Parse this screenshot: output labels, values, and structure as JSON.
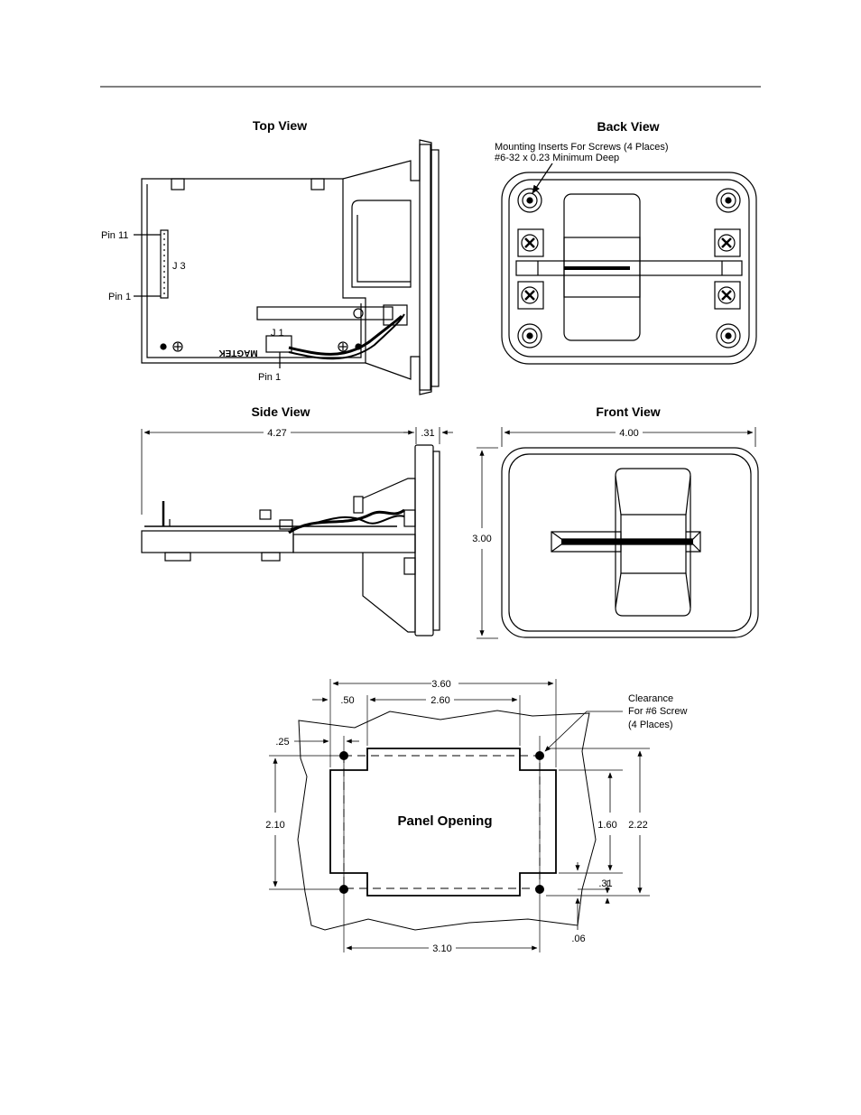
{
  "views": {
    "top": {
      "title": "Top View",
      "pin11": "Pin 11",
      "pin1": "Pin 1",
      "j3": "J 3",
      "j1": "J 1",
      "pin1_bottom": "Pin 1",
      "brand": "MAGTEK"
    },
    "back": {
      "title": "Back View",
      "note_line1": "Mounting Inserts For Screws (4 Places)",
      "note_line2": "#6-32 x 0.23  Minimum Deep"
    },
    "side": {
      "title": "Side View",
      "dim_length": "4.27",
      "dim_bezel": ".31"
    },
    "front": {
      "title": "Front View",
      "dim_width": "4.00",
      "dim_height": "3.00"
    },
    "panel": {
      "label": "Panel Opening",
      "dim_total": "3.60",
      "dim_offset": ".50",
      "dim_inner": "2.60",
      "dim_edge": ".25",
      "dim_left_height": "2.10",
      "dim_inner_height": "1.60",
      "dim_right_height": "2.22",
      "dim_hole_offset": ".31",
      "dim_gap": ".06",
      "dim_hole_spacing": "3.10",
      "clearance_line1": "Clearance",
      "clearance_line2": "For #6 Screw",
      "clearance_line3": "(4 Places)"
    }
  }
}
